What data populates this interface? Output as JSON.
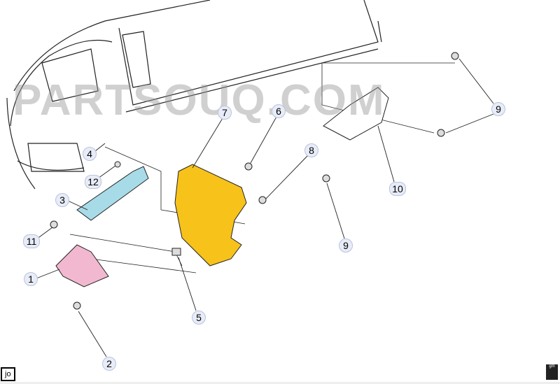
{
  "watermark": "PARTSOUQ.COM",
  "corner_tag": "jo",
  "logo_text": "gm",
  "callouts": [
    "1",
    "2",
    "3",
    "4",
    "5",
    "6",
    "7",
    "8",
    "9",
    "9",
    "10",
    "11",
    "12"
  ],
  "colors": {
    "duct": "#a8dbe8",
    "deflector": "#f7c21a",
    "bracket": "#f2b8d0",
    "callout_bg": "#e8ecf7"
  }
}
